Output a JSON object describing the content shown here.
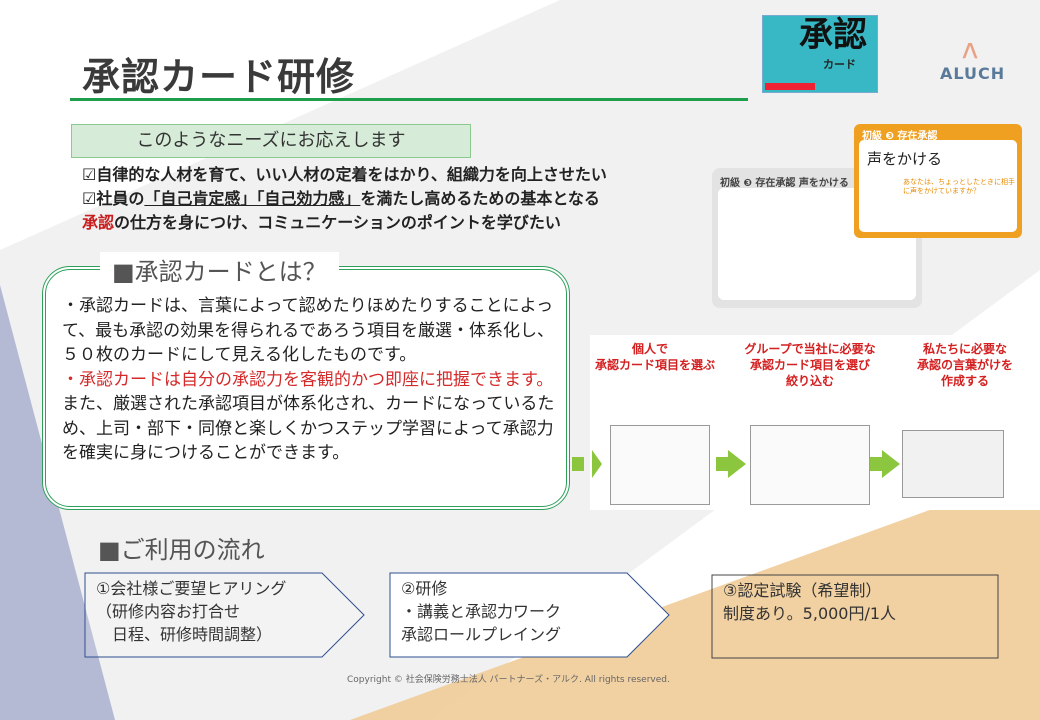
{
  "title": "承認カード研修",
  "logos": {
    "book_title": "承認",
    "book_subtitle": "カード",
    "brand": "ALUCH"
  },
  "needs": {
    "heading": "このようなニーズにお応えします",
    "line1": "☑自律的な人材を育て、いい人材の定着をはかり、組織力を向上させたい",
    "line2_prefix": "☑社員の",
    "line2_underlined": "「自己肯定感」「自己効力感」",
    "line2_suffix": "を満たし高めるための基本となる",
    "line3_red": "承認",
    "line3_rest": "の仕方を身につけ、コミュニケーションのポイントを学びたい"
  },
  "what": {
    "heading": "■承認カードとは？",
    "p1": "・承認カードは、言葉によって認めたりほめたりすることによって、最も承認の効果を得られるであろう項目を厳選・体系化し、５０枚のカードにして見える化したものです。",
    "p2_red": "・承認カードは自分の承認力を客観的かつ即座に把握できます。",
    "p2_rest": "また、厳選された承認項目が体系化され、カードになっているため、上司・部下・同僚と楽しくかつステップ学習によって承認力を確実に身につけることができます。"
  },
  "cards": {
    "back_header": "初級 ❸ 存在承認 声をかける",
    "front_header": "初級 ❸ 存在承認",
    "front_title": "声をかける",
    "front_question": "あなたは、ちょっとしたときに相手に声をかけていますか？"
  },
  "steps": [
    {
      "label": "個人で\n承認カード項目を選ぶ"
    },
    {
      "label": "グループで当社に必要な\n承認カード項目を選び\n絞り込む"
    },
    {
      "label": "私たちに必要な\n承認の言葉がけを\n作成する"
    }
  ],
  "flow": {
    "heading": "■ご利用の流れ",
    "items": [
      {
        "text": "①会社様ご要望ヒアリング\n（研修内容お打合せ\n　日程、研修時間調整）"
      },
      {
        "text": "②研修\n・講義と承認力ワーク\n承認ロールプレイング"
      },
      {
        "text": "③認定試験（希望制）\n制度あり。5,000円/1人"
      }
    ]
  },
  "copyright": "Copyright © 社会保険労務士法人 パートナーズ・アルク. All rights reserved.",
  "colors": {
    "accent_green": "#1e9e4a",
    "red": "#c81e1e",
    "orange": "#f0a020",
    "arrow_green": "#8cc63f"
  }
}
